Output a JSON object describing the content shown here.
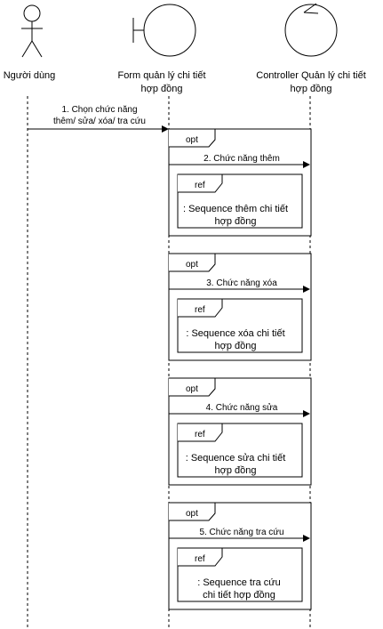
{
  "participants": {
    "actor": {
      "label": "Người dùng"
    },
    "boundary": {
      "label_line1": "Form quản lý chi tiết",
      "label_line2": "hợp đồng"
    },
    "control": {
      "label_line1": "Controller Quản lý chi tiết",
      "label_line2": "hợp đồng"
    }
  },
  "first_message": {
    "line1": "1. Chọn chức năng",
    "line2": "thêm/ sửa/ xóa/ tra cứu"
  },
  "fragments": [
    {
      "keyword": "opt",
      "message": "2. Chức năng thêm",
      "ref_keyword": "ref",
      "ref_line1": ": Sequence thêm chi tiết",
      "ref_line2": "hợp đồng"
    },
    {
      "keyword": "opt",
      "message": "3. Chức năng xóa",
      "ref_keyword": "ref",
      "ref_line1": ": Sequence xóa chi tiết",
      "ref_line2": "hợp đồng"
    },
    {
      "keyword": "opt",
      "message": "4. Chức năng sửa",
      "ref_keyword": "ref",
      "ref_line1": ": Sequence sửa chi tiết",
      "ref_line2": "hợp đồng"
    },
    {
      "keyword": "opt",
      "message": "5. Chức năng tra cứu",
      "ref_keyword": "ref",
      "ref_line1": ": Sequence tra cứu",
      "ref_line2": "chi tiết hợp đồng"
    }
  ]
}
